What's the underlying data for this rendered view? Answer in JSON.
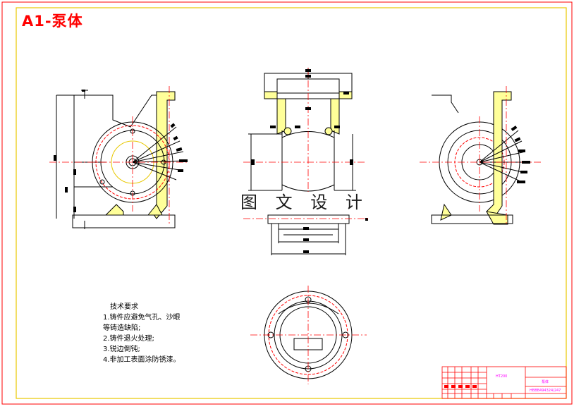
{
  "drawing": {
    "title": "A1-泵体",
    "watermark": "图 文 设 计",
    "colors": {
      "border": "#ff0000",
      "frame": "#e8c800",
      "outline": "#000000",
      "centerline": "#ff0000",
      "hatch": "#ffff99",
      "dimension": "#0000ff",
      "titleblock": "#ff0000",
      "annotation_text": "#ff00ff"
    }
  },
  "notes": {
    "heading": "技术要求",
    "items": [
      "1.铸件应避免气孔、沙眼",
      "等铸造缺陷;",
      "2.铸件退火处理;",
      "3.锐边倒钝;",
      "4.非加工表面涂防锈漆。"
    ]
  },
  "titleblock": {
    "part_name": "泵体",
    "material": "HT200",
    "drawing_no": "HBBB494324/247"
  }
}
